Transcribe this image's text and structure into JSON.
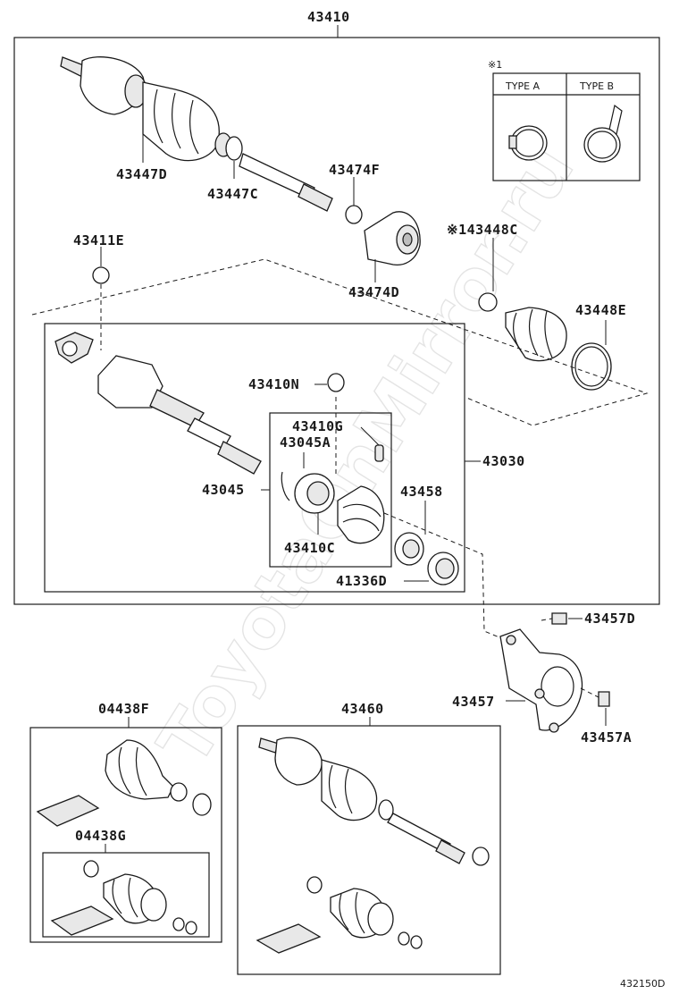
{
  "diagram": {
    "watermark": "ToyotaOnMirror.ru",
    "labels": {
      "main_assembly": "43410",
      "boot_outer": "43447D",
      "clamp_outer": "43447C",
      "clamp_inner_small": "43474F",
      "damper": "43474D",
      "snap_ring_top": "43411E",
      "clamp_type_marked": "※143448C",
      "clamp_inner_large": "43448E",
      "shaft_snap_ring": "43410N",
      "pin": "43410G",
      "ring_upper": "43045A",
      "bearing_set": "43045",
      "collar": "43410C",
      "inboard_assembly": "43030",
      "seal": "43458",
      "dust_deflector": "41336D",
      "bracket_bolt_top": "43457D",
      "bracket": "43457",
      "bracket_bolt_bottom": "43457A",
      "boot_kit_outer": "04438F",
      "boot_kit_inner": "04438G",
      "shaft_assembly_alt": "43460",
      "figure_number": "432150D"
    },
    "type_box": {
      "note_mark": "※1",
      "type_a": "TYPE A",
      "type_b": "TYPE B"
    }
  }
}
